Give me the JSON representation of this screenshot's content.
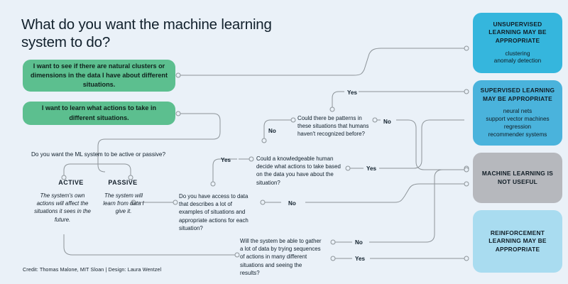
{
  "title": "What do you want the machine learning system to do?",
  "credit": "Credit: Thomas Malone, MIT Sloan | Design: Laura Wentzel",
  "colors": {
    "background": "#eaf1f8",
    "green": "#5cbf8f",
    "unsupervised": "#35b6dd",
    "supervised": "#4ab3dc",
    "not_useful": "#b6b8bd",
    "reinforcement": "#a9dcf0",
    "connector": "#8d9499"
  },
  "start_options": [
    "I want to see if there are natural clusters or dimensions in the data I have about different situations.",
    "I want to learn what actions to take in different situations."
  ],
  "questions": {
    "active_passive": "Do you want the ML system to be active or passive?",
    "data_access": "Do you have access to data that describes a lot of examples of situations and appropriate actions for each situation?",
    "knowledgeable_human": "Could a knowledgeable human decide what actions to take based on the data you have about the situation?",
    "patterns": "Could there be patterns in these situations that humans haven't recognized before?",
    "gather_data": "Will the system be able to gather a lot of data by trying sequences of actions in many different situations and seeing the results?"
  },
  "branches": {
    "active_label": "ACTIVE",
    "active_desc": "The system's own actions will affect the situations it sees in the future.",
    "passive_label": "PASSIVE",
    "passive_desc": "The system will learn from data I give it."
  },
  "edge_labels": {
    "knowledge_yes": "Yes",
    "access_yes": "Yes",
    "patterns_no_in": "No",
    "patterns_no_out": "No",
    "knowledge_yes_out": "Yes",
    "access_no": "No",
    "gather_no": "No",
    "gather_yes": "Yes"
  },
  "outcomes": [
    {
      "id": "unsupervised",
      "heading": "UNSUPERVISED LEARNING MAY BE APPROPRIATE",
      "subtext": "clustering\nanomaly detection",
      "color": "#35b6dd"
    },
    {
      "id": "supervised",
      "heading": "SUPERVISED LEARNING MAY BE APPROPRIATE",
      "subtext": "neural nets\nsupport vector machines\nregression\nrecommender systems",
      "color": "#4ab3dc"
    },
    {
      "id": "not-useful",
      "heading": "MACHINE LEARNING IS NOT USEFUL",
      "subtext": "",
      "color": "#b6b8bd"
    },
    {
      "id": "reinforcement",
      "heading": "REINFORCEMENT LEARNING MAY BE APPROPRIATE",
      "subtext": "",
      "color": "#a9dcf0"
    }
  ]
}
